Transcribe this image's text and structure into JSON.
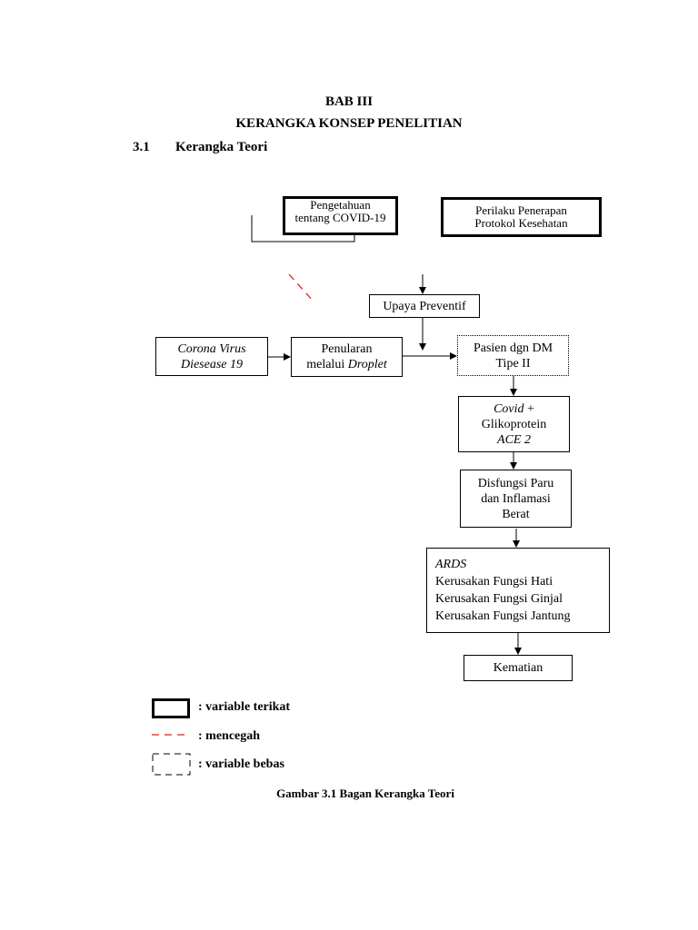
{
  "header": {
    "chapter": "BAB III",
    "title": "KERANGKA KONSEP PENELITIAN",
    "section_number": "3.1",
    "section_title": "Kerangka Teori"
  },
  "diagram": {
    "pengetahuan": "Pengetahuan tentang COVID-19",
    "perilaku": "Perilaku Penerapan Protokol Kesehatan",
    "upaya": "Upaya Preventif",
    "corona": {
      "line1": "Corona Virus",
      "line2": "Diesease 19"
    },
    "penularan": {
      "line1": "Penularan",
      "line2_prefix": "melalui ",
      "line2_italic": "Droplet"
    },
    "pasien": {
      "line1": "Pasien dgn DM",
      "line2": "Tipe II"
    },
    "covid": {
      "line1_italic": "Covid",
      "line1_suffix": " +",
      "line2": "Glikoprotein",
      "line3": "ACE 2"
    },
    "disfungsi": {
      "line1": "Disfungsi Paru",
      "line2": "dan Inflamasi",
      "line3": "Berat"
    },
    "komplikasi": {
      "line1": "ARDS",
      "line2": "Kerusakan Fungsi Hati",
      "line3": "Kerusakan Fungsi Ginjal",
      "line4": "Kerusakan Fungsi Jantung"
    },
    "kematian": "Kematian"
  },
  "legend": {
    "terikat": ": variable terikat",
    "mencegah": ": mencegah",
    "bebas": ": variable bebas"
  },
  "caption": "Gambar 3.1  Bagan Kerangka Teori",
  "colors": {
    "prevent_line": "#e02020",
    "line": "#000000"
  }
}
